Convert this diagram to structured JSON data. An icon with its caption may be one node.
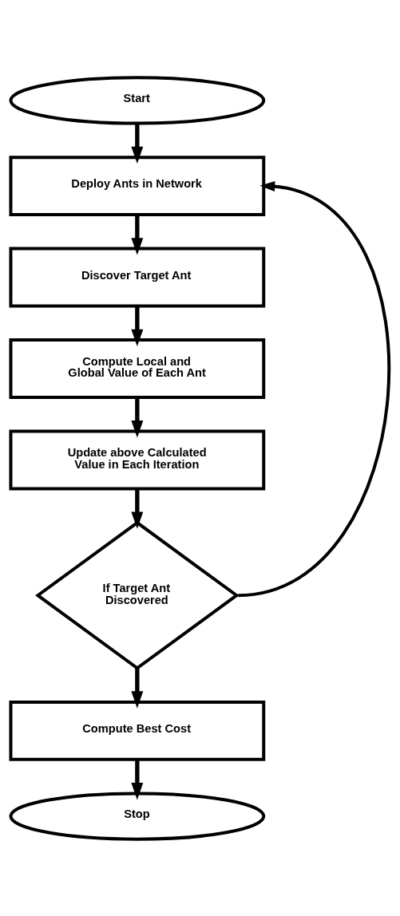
{
  "diagram": {
    "nodes": [
      {
        "text": [
          "Start"
        ]
      },
      {
        "text": [
          "Deploy Ants in Network"
        ]
      },
      {
        "text": [
          "Discover Target Ant"
        ]
      },
      {
        "text": [
          "Compute Local and Global Value of Each Ant"
        ]
      },
      {
        "text": [
          "Update above Calculated Value in Each Iteration"
        ]
      },
      {
        "text": [
          "If Target Ant Discovered"
        ]
      },
      {
        "text": [
          "Compute Best Cost"
        ]
      },
      {
        "text": [
          "Stop"
        ]
      }
    ],
    "edges": [
      {
        "from": 0,
        "to": 1,
        "arrow": "to"
      },
      {
        "from": 1,
        "to": 2,
        "arrow": "to"
      },
      {
        "from": 2,
        "to": 3,
        "arrow": "to"
      },
      {
        "from": 3,
        "to": 4,
        "arrow": "to"
      },
      {
        "from": 4,
        "to": 5,
        "arrow": "to"
      },
      {
        "from": 5,
        "to": 1,
        "arrow": "to"
      },
      {
        "from": 5,
        "to": 6,
        "arrow": "to"
      },
      {
        "from": 6,
        "to": 7,
        "arrow": "to"
      }
    ]
  }
}
